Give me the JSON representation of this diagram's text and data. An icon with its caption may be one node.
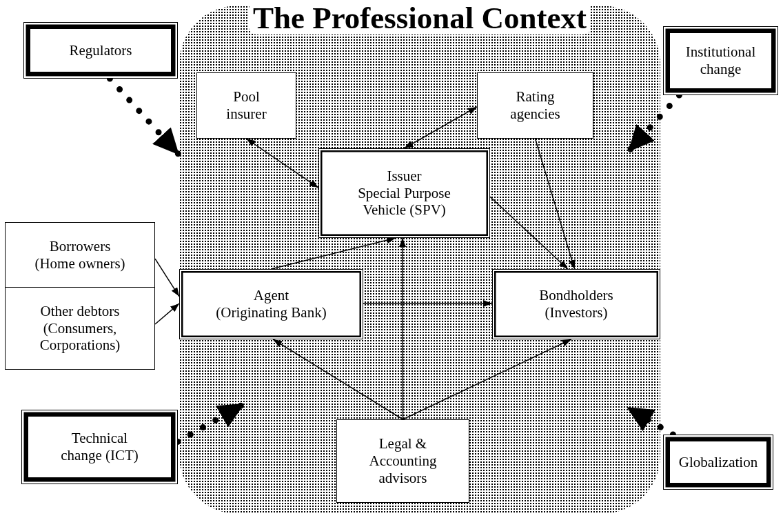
{
  "diagram": {
    "nodes": [
      {
        "text": [
          "The Professional Context"
        ]
      },
      {
        "text": [
          "Regulators"
        ]
      },
      {
        "text": [
          "Pool insurer"
        ],
        "in": 0
      },
      {
        "text": [
          "Rating agencies"
        ],
        "in": 0
      },
      {
        "text": [
          "Institutional change"
        ]
      },
      {
        "text": [
          "Issuer",
          "Special Purpose Vehicle (SPV)"
        ],
        "in": 0
      },
      {
        "text": [
          "Borrowers",
          "(Home owners)"
        ]
      },
      {
        "text": [
          "Other debtors",
          "(Consumers, Corporations)"
        ]
      },
      {
        "text": [
          "Agent",
          "(Originating Bank)"
        ],
        "in": 0
      },
      {
        "text": [
          "Bondholders",
          "(Investors)"
        ],
        "in": 0
      },
      {
        "text": [
          "Technical change (ICT)"
        ]
      },
      {
        "text": [
          "Legal & Accounting advisors"
        ],
        "in": 0
      },
      {
        "text": [
          "Globalization"
        ]
      }
    ],
    "edges": [
      {
        "from": 1,
        "to": 0,
        "arrow": "to",
        "style": "dashed"
      },
      {
        "from": 4,
        "to": 0,
        "arrow": "to",
        "style": "dashed"
      },
      {
        "from": 10,
        "to": 0,
        "arrow": "to",
        "style": "dashed"
      },
      {
        "from": 12,
        "to": 0,
        "arrow": "to",
        "style": "dashed"
      },
      {
        "from": 2,
        "to": 5,
        "arrow": "both"
      },
      {
        "from": 3,
        "to": 5,
        "arrow": "both"
      },
      {
        "from": 3,
        "to": 9,
        "arrow": "to"
      },
      {
        "from": 5,
        "to": 9,
        "arrow": "to"
      },
      {
        "from": 8,
        "to": 5,
        "arrow": "to"
      },
      {
        "from": 6,
        "to": 8,
        "arrow": "to"
      },
      {
        "from": 7,
        "to": 8,
        "arrow": "to"
      },
      {
        "from": 8,
        "to": 9,
        "arrow": "to"
      },
      {
        "from": 11,
        "to": 8,
        "arrow": "to"
      },
      {
        "from": 11,
        "to": 5,
        "arrow": "to"
      },
      {
        "from": 11,
        "to": 9,
        "arrow": "to"
      }
    ]
  }
}
